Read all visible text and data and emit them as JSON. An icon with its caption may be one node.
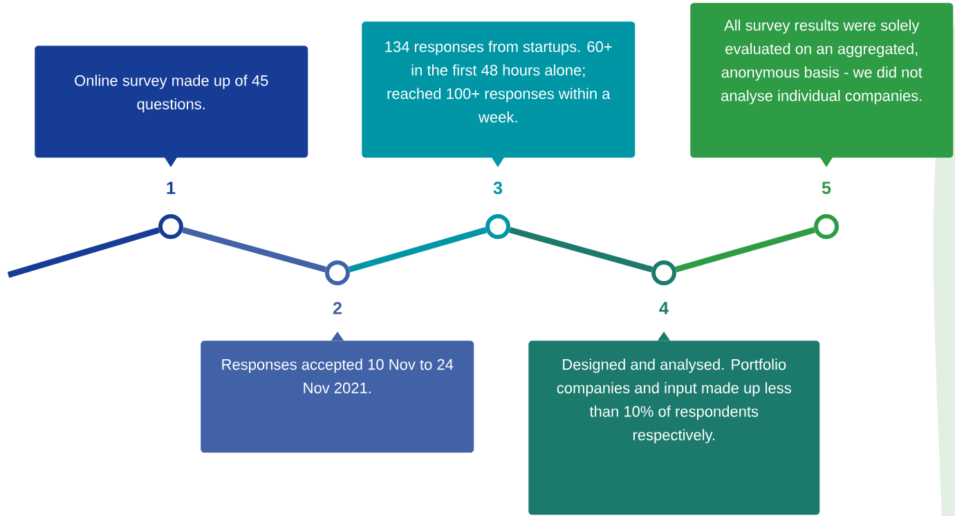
{
  "diagram": {
    "nodes": [
      {
        "text": [
          "Online survey made up of 45 questions."
        ]
      },
      {
        "text": [
          "Responses accepted 10 Nov to 24 Nov 2021."
        ]
      },
      {
        "text": [
          "134 responses from startups. 60+ in the first 48 hours alone; reached 100+ responses within a week."
        ]
      },
      {
        "text": [
          "Designed and analysed. Portfolio companies and input made up less than 10% of respondents respectively."
        ]
      },
      {
        "text": [
          "All survey results were solely evaluated on an aggregated, anonymous basis - we did not analyse individual companies."
        ]
      },
      {
        "text": [],
        "shape": "circle",
        "beside": [
          "1"
        ]
      },
      {
        "text": [],
        "shape": "circle",
        "beside": [
          "2"
        ]
      },
      {
        "text": [],
        "shape": "circle",
        "beside": [
          "3"
        ]
      },
      {
        "text": [],
        "shape": "circle",
        "beside": [
          "4"
        ]
      },
      {
        "text": [],
        "shape": "circle",
        "beside": [
          "5"
        ]
      }
    ],
    "edges": [
      {
        "from": null,
        "to": 5,
        "arrow": "none",
        "color": "#173c96"
      },
      {
        "from": 5,
        "to": 6,
        "arrow": "none",
        "color": "#4262a8"
      },
      {
        "from": 6,
        "to": 7,
        "arrow": "none",
        "color": "#0096a6"
      },
      {
        "from": 7,
        "to": 8,
        "arrow": "none",
        "color": "#1c7a6c"
      },
      {
        "from": 8,
        "to": 9,
        "arrow": "none",
        "color": "#2e9b45"
      }
    ]
  }
}
